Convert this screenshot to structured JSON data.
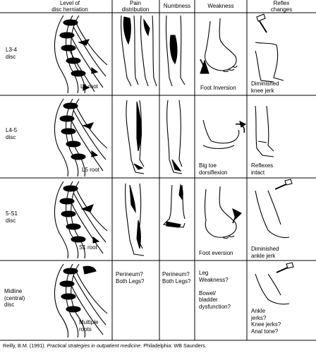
{
  "headers": {
    "level": "Level of\ndisc herniation",
    "pain": "Pain\ndistribution",
    "numbness": "Numbness",
    "weakness": "Weakness",
    "reflex": "Reflex\nchanges"
  },
  "rows": [
    {
      "level": "L3-4\ndisc",
      "root": "L4 root",
      "pain": "",
      "numbness": "",
      "weakness": "Foot Inversion",
      "reflex": "Diminished\nknee jerk"
    },
    {
      "level": "L4-5\ndisc",
      "root": "L5 root",
      "pain": "",
      "numbness": "",
      "weakness": "Big toe\ndorsiflexion",
      "reflex": "Reflexes\nintact"
    },
    {
      "level": "5-S1\ndisc",
      "root": "S1 root",
      "pain": "",
      "numbness": "",
      "weakness": "Foot eversion",
      "reflex": "Diminished\nankle jerk"
    },
    {
      "level": "Midline\n(central)\ndisc",
      "root": "Multiple\nroots",
      "pain": "Perineum?\nBoth Legs?",
      "numbness": "Perineum?\nBoth Legs?",
      "weakness": "Leg\nWeakness?\n\nBowel/\nbladder\ndysfunction?",
      "reflex": "Ankle\njerks?\nKnee jerks?\nAnal tone?"
    }
  ],
  "citation": {
    "author": "Reilly, B.M. (1991). ",
    "title": "Practical strategies in outpatient medicine",
    "publisher": ". Philadelphia: WB Saunders."
  }
}
